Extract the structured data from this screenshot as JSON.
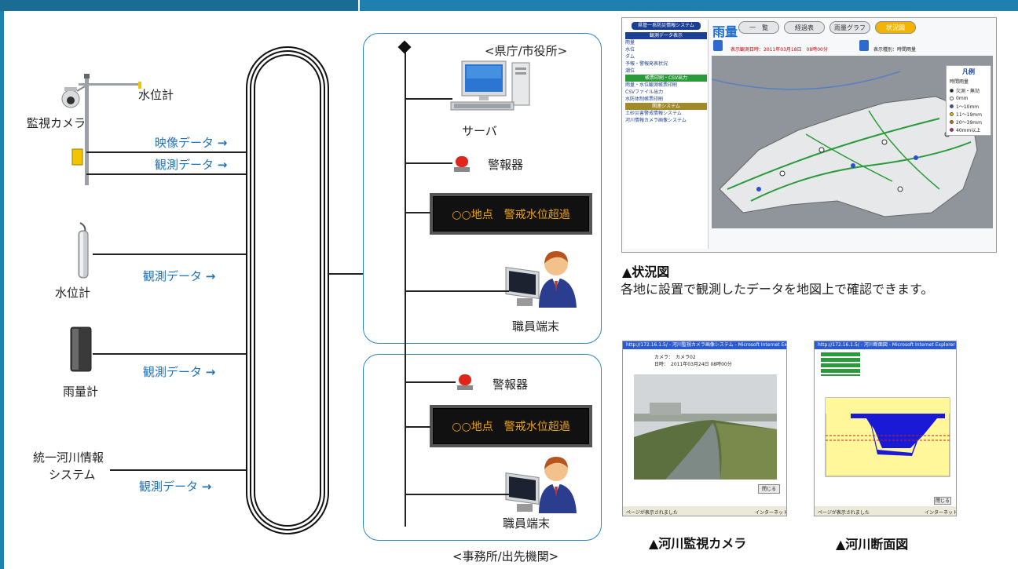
{
  "header": {
    "bar_color": "#1f7fae"
  },
  "left": {
    "camera_label": "監視カメラ",
    "camera_gauge_label": "水位計",
    "video_data": "映像データ",
    "obs_data_1": "観測データ",
    "water_gauge_label": "水位計",
    "obs_data_2": "観測データ",
    "rain_gauge_label": "雨量計",
    "obs_data_3": "観測データ",
    "system_label_line1": "統一河川情報",
    "system_label_line2": "システム",
    "obs_data_4": "観測データ",
    "arrow": "→"
  },
  "pref": {
    "title": "<県庁/市役所>",
    "server_label": "サーバ",
    "alarm_label": "警報器",
    "led_text": "○○地点　警戒水位超過",
    "terminal_label": "職員端末"
  },
  "office": {
    "alarm_label": "警報器",
    "led_text": "○○地点　警戒水位超過",
    "terminal_label": "職員端末",
    "title": "<事務所/出先機関>"
  },
  "status_map": {
    "screen_title": "雨量",
    "tabs": [
      "一　覧",
      "経過表",
      "雨量グラフ",
      "状況図"
    ],
    "sidebar_header": "県管一系防災情報システム",
    "sidebar_items": [
      "観測データ表示",
      "雨量",
      "水位",
      "ダム",
      "予報・警報発表状況",
      "潮位",
      "帳票印刷・CSV出力",
      "雨量・水位観測帳票印刷",
      "CSVファイル出力",
      "水防体制帳票印刷",
      "関連システム",
      "土砂災害警戒情報システム",
      "河川情報カメラ画像システム"
    ],
    "time_label": "表示観測日時：",
    "time_value": "2011年03月18日　08時00分",
    "mode_label": "表示種別：",
    "mode_value": "時間雨量",
    "legend_title": "凡例",
    "legend_sub": "時間雨量",
    "legend_items": [
      {
        "color": "#222222",
        "text": "欠測・無効"
      },
      {
        "color": "#ffffff",
        "text": "0mm"
      },
      {
        "color": "#2a4fd6",
        "text": "1～10mm"
      },
      {
        "color": "#f2c400",
        "text": "11～19mm"
      },
      {
        "color": "#e0641a",
        "text": "20～39mm"
      },
      {
        "color": "#c0188c",
        "text": "40mm以上"
      }
    ],
    "caption": "▲状況図",
    "description": "各地に設置で観測したデータを地図上で確認できます。"
  },
  "camera_window": {
    "titlebar": "http://172.16.1.5/ - 河川監視カメラ画像システム - Microsoft Internet Explorer",
    "camera_field": "カメラ：　カメラ02",
    "date_field": "日時：　2011年03月24日 08時00分",
    "close_button": "閉じる",
    "status_left": "ページが表示されました",
    "status_right": "インターネット",
    "caption": "▲河川監視カメラ"
  },
  "section_window": {
    "titlebar": "http://172.16.1.5/ - 河川断面図 - Microsoft Internet Explorer",
    "close_button": "閉じる",
    "status_left": "ページが表示されました",
    "status_right": "インターネット",
    "caption": "▲河川断面図"
  }
}
